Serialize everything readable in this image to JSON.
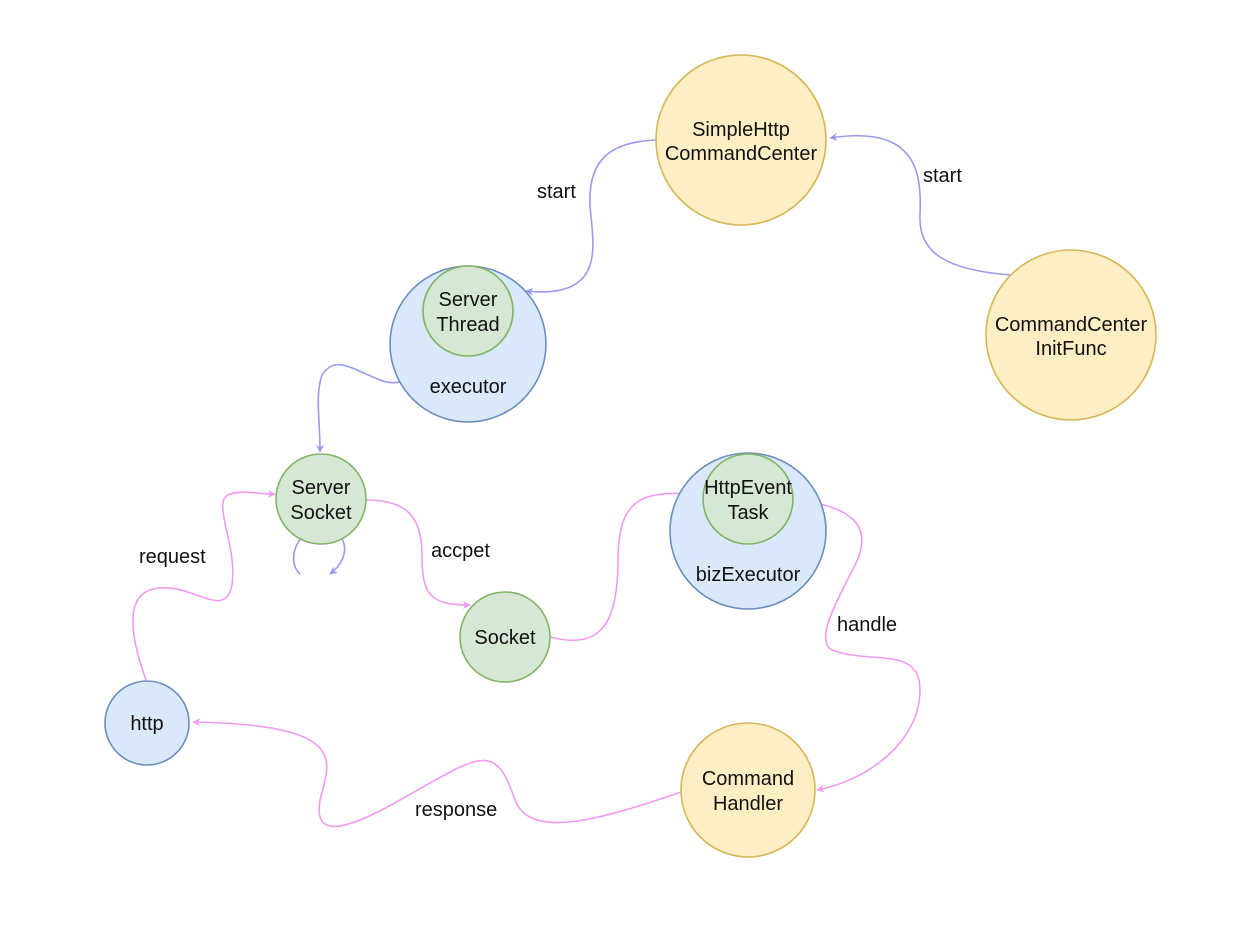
{
  "colors": {
    "yellow_fill": "#fdeec4",
    "yellow_stroke": "#d6b656",
    "blue_fill": "#dae8fc",
    "blue_stroke": "#6c8ebf",
    "green_fill": "#d5e8d4",
    "green_stroke": "#82b366",
    "blue_arrow": "#9a9af0",
    "pink_arrow": "#f09af0"
  },
  "nodes": {
    "simple_http_command_center": {
      "line1": "SimpleHttp",
      "line2": "CommandCenter"
    },
    "command_center_init_func": {
      "line1": "CommandCenter",
      "line2": "InitFunc"
    },
    "executor": {
      "label": "executor"
    },
    "server_thread": {
      "line1": "Server",
      "line2": "Thread"
    },
    "server_socket": {
      "line1": "Server",
      "line2": "Socket"
    },
    "biz_executor": {
      "label": "bizExecutor"
    },
    "http_event_task": {
      "line1": "HttpEvent",
      "line2": "Task"
    },
    "socket": {
      "label": "Socket"
    },
    "http": {
      "label": "http"
    },
    "command_handler": {
      "line1": "Command",
      "line2": "Handler"
    }
  },
  "edges": {
    "start_left": "start",
    "start_right": "start",
    "accept": "accpet",
    "handle": "handle",
    "request": "request",
    "response": "response"
  }
}
